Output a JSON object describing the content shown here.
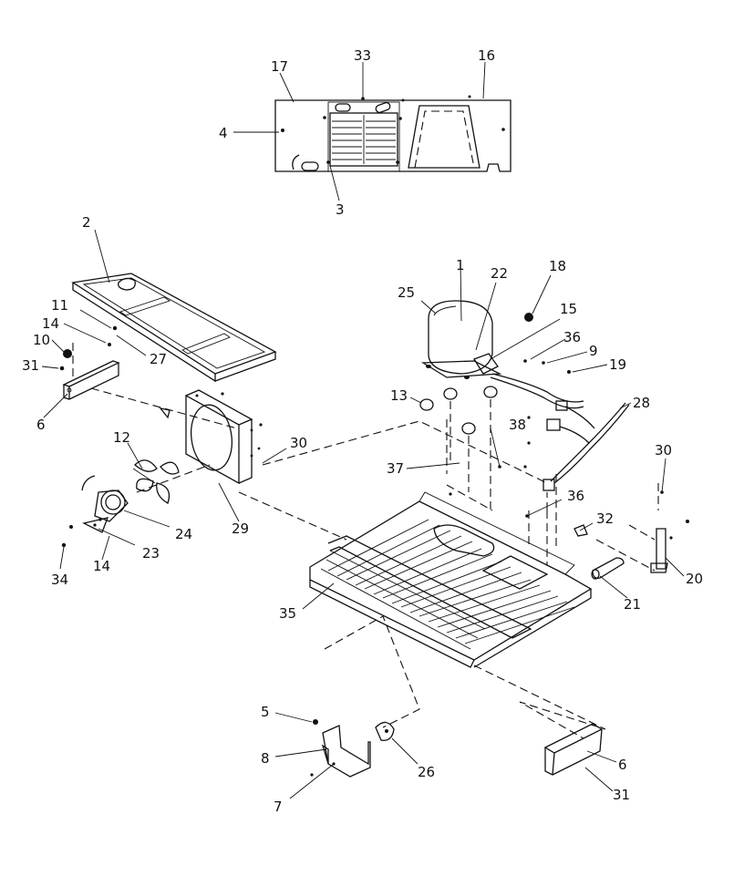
{
  "title": "",
  "callouts": [
    {
      "id": "c17",
      "text": "17"
    },
    {
      "id": "c33",
      "text": "33"
    },
    {
      "id": "c16",
      "text": "16"
    },
    {
      "id": "c4",
      "text": "4"
    },
    {
      "id": "c3",
      "text": "3"
    },
    {
      "id": "c2",
      "text": "2"
    },
    {
      "id": "c11",
      "text": "11"
    },
    {
      "id": "c14a",
      "text": "14"
    },
    {
      "id": "c10",
      "text": "10"
    },
    {
      "id": "c31a",
      "text": "31"
    },
    {
      "id": "c27",
      "text": "27"
    },
    {
      "id": "c6a",
      "text": "6"
    },
    {
      "id": "c12",
      "text": "12"
    },
    {
      "id": "c30a",
      "text": "30"
    },
    {
      "id": "c24",
      "text": "24"
    },
    {
      "id": "c29",
      "text": "29"
    },
    {
      "id": "c23",
      "text": "23"
    },
    {
      "id": "c14b",
      "text": "14"
    },
    {
      "id": "c34",
      "text": "34"
    },
    {
      "id": "c1",
      "text": "1"
    },
    {
      "id": "c22",
      "text": "22"
    },
    {
      "id": "c18",
      "text": "18"
    },
    {
      "id": "c25",
      "text": "25"
    },
    {
      "id": "c15",
      "text": "15"
    },
    {
      "id": "c36a",
      "text": "36"
    },
    {
      "id": "c9",
      "text": "9"
    },
    {
      "id": "c19",
      "text": "19"
    },
    {
      "id": "c13",
      "text": "13"
    },
    {
      "id": "c28",
      "text": "28"
    },
    {
      "id": "c38",
      "text": "38"
    },
    {
      "id": "c37",
      "text": "37"
    },
    {
      "id": "c30b",
      "text": "30"
    },
    {
      "id": "c36b",
      "text": "36"
    },
    {
      "id": "c32",
      "text": "32"
    },
    {
      "id": "c20",
      "text": "20"
    },
    {
      "id": "c21",
      "text": "21"
    },
    {
      "id": "c35",
      "text": "35"
    },
    {
      "id": "c5",
      "text": "5"
    },
    {
      "id": "c8",
      "text": "8"
    },
    {
      "id": "c26",
      "text": "26"
    },
    {
      "id": "c7",
      "text": "7"
    },
    {
      "id": "c6b",
      "text": "6"
    },
    {
      "id": "c31b",
      "text": "31"
    }
  ]
}
